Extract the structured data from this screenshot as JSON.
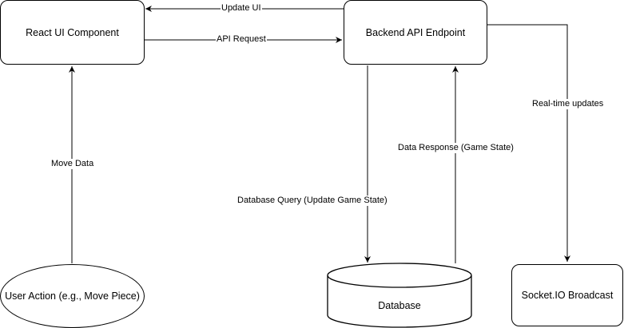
{
  "nodes": {
    "react_ui": "React UI Component",
    "backend_api": "Backend API Endpoint",
    "user_action": "User Action (e.g., Move Piece)",
    "database": "Database",
    "socketio": "Socket.IO Broadcast"
  },
  "edges": {
    "update_ui": "Update UI",
    "api_request": "API Request",
    "move_data": "Move Data",
    "db_query": "Database Query (Update Game State)",
    "data_response": "Data Response (Game State)",
    "realtime": "Real-time updates"
  }
}
